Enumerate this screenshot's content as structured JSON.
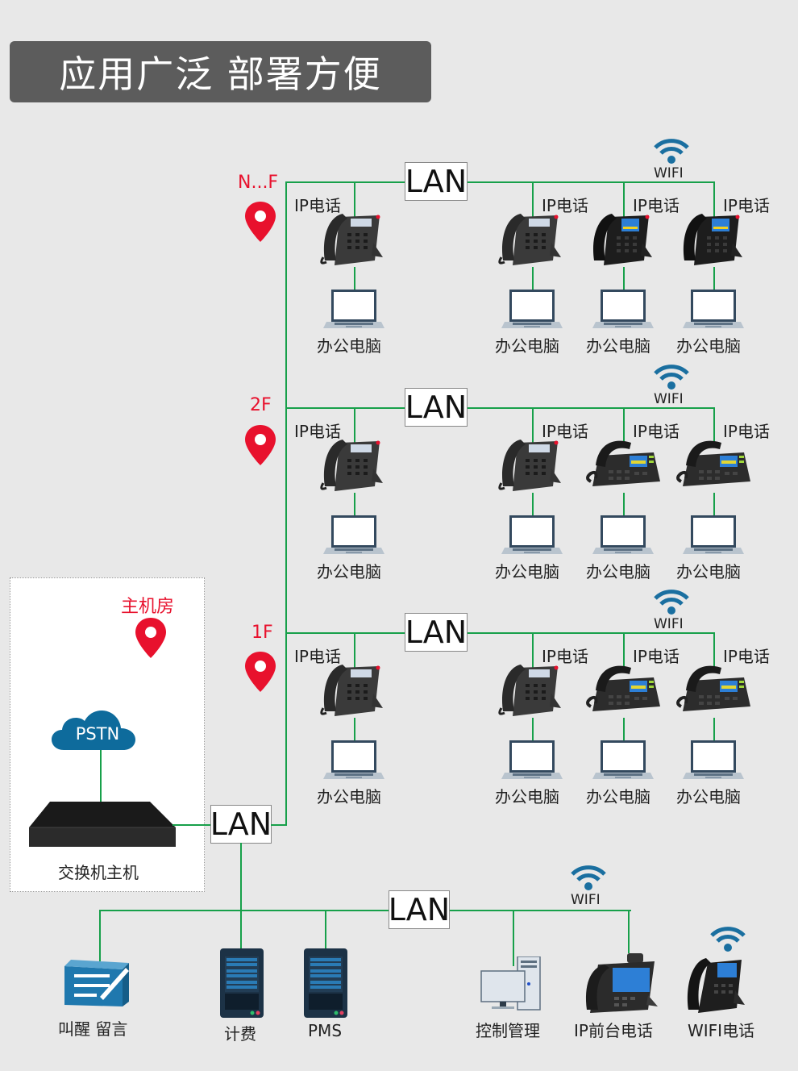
{
  "title": "应用广泛 部署方便",
  "lan_label": "LAN",
  "wifi_label": "WIFI",
  "floors": [
    {
      "name": "N...F",
      "devices": [
        {
          "phone_label": "IP电话",
          "pc_label": "办公电脑",
          "phone_style": "basic"
        },
        {
          "phone_label": "IP电话",
          "pc_label": "办公电脑",
          "phone_style": "basic"
        },
        {
          "phone_label": "IP电话",
          "pc_label": "办公电脑",
          "phone_style": "color"
        },
        {
          "phone_label": "IP电话",
          "pc_label": "办公电脑",
          "phone_style": "color"
        }
      ]
    },
    {
      "name": "2F",
      "devices": [
        {
          "phone_label": "IP电话",
          "pc_label": "办公电脑",
          "phone_style": "basic"
        },
        {
          "phone_label": "IP电话",
          "pc_label": "办公电脑",
          "phone_style": "basic"
        },
        {
          "phone_label": "IP电话",
          "pc_label": "办公电脑",
          "phone_style": "desk"
        },
        {
          "phone_label": "IP电话",
          "pc_label": "办公电脑",
          "phone_style": "desk"
        }
      ]
    },
    {
      "name": "1F",
      "devices": [
        {
          "phone_label": "IP电话",
          "pc_label": "办公电脑",
          "phone_style": "basic"
        },
        {
          "phone_label": "IP电话",
          "pc_label": "办公电脑",
          "phone_style": "basic"
        },
        {
          "phone_label": "IP电话",
          "pc_label": "办公电脑",
          "phone_style": "desk"
        },
        {
          "phone_label": "IP电话",
          "pc_label": "办公电脑",
          "phone_style": "desk"
        }
      ]
    }
  ],
  "main_room": {
    "label": "主机房",
    "cloud_label": "PSTN",
    "switch_label": "交换机主机"
  },
  "bottom": {
    "items": [
      {
        "label": "叫醒 留言",
        "icon": "memo-icon"
      },
      {
        "label": "计费",
        "icon": "server-icon"
      },
      {
        "label": "PMS",
        "icon": "server-icon"
      },
      {
        "label": "控制管理",
        "icon": "desktop-computer-icon"
      },
      {
        "label": "IP前台电话",
        "icon": "video-phone-icon"
      },
      {
        "label": "WIFI电话",
        "icon": "wifi-phone-icon"
      }
    ]
  },
  "colors": {
    "wire": "#17a04a",
    "marker": "#e8112d",
    "accent_blue": "#1a6fa0",
    "title_bg": "#5c5c5c"
  }
}
